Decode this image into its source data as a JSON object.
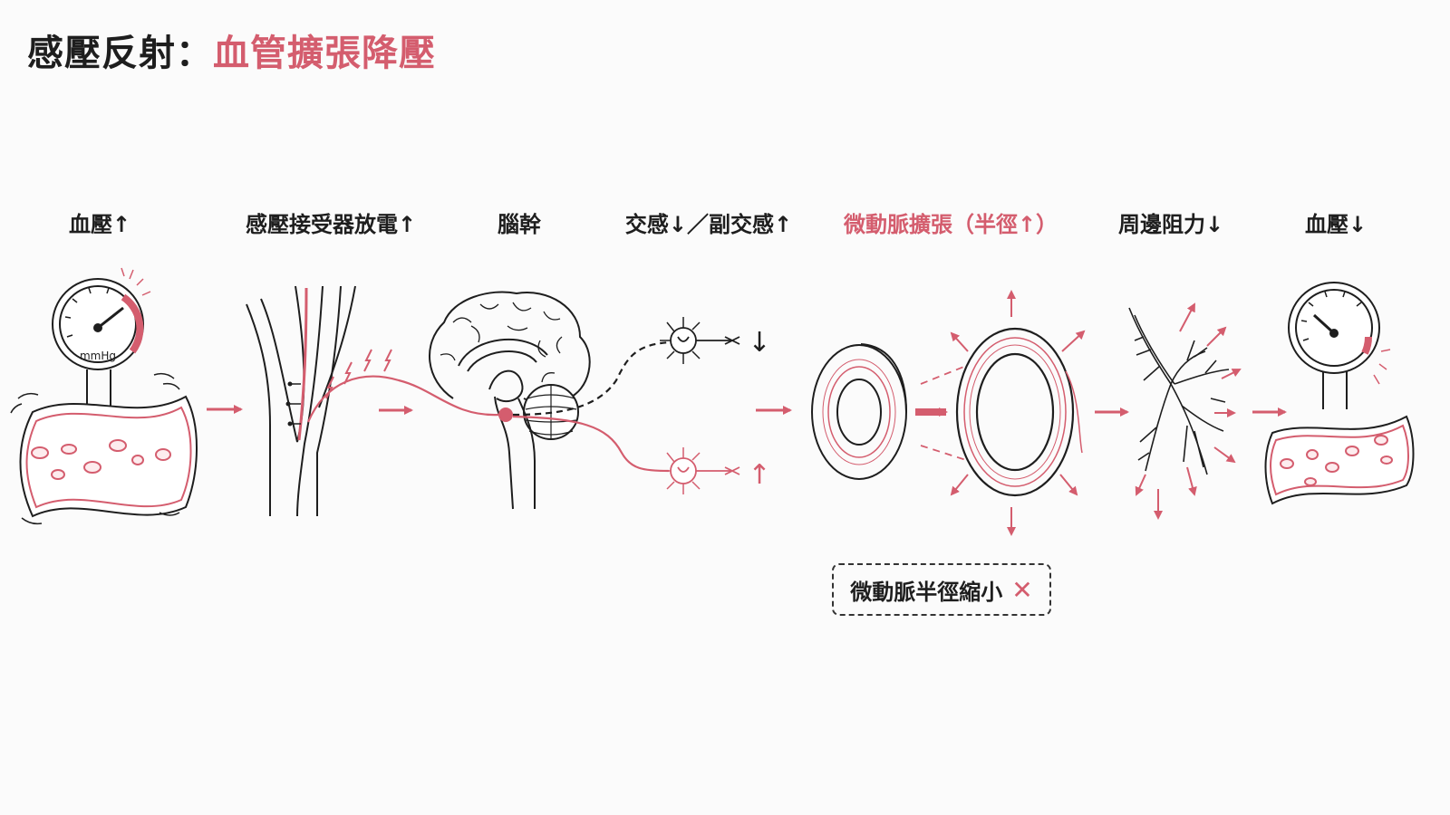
{
  "title": {
    "main": "感壓反射：",
    "accent": "血管擴張降壓"
  },
  "steps": [
    {
      "label": "血壓↑"
    },
    {
      "label": "感壓接受器放電↑"
    },
    {
      "label": "腦幹"
    },
    {
      "label": "交感↓／副交感↑"
    },
    {
      "label": "微動脈擴張（半徑↑）"
    },
    {
      "label": "周邊阻力↓"
    },
    {
      "label": "血壓↓"
    }
  ],
  "gauge_unit": "mmHg",
  "neuron_arrows": {
    "sympathetic": "↓",
    "parasympathetic": "↑"
  },
  "note": {
    "text": "微動脈半徑縮小",
    "mark": "✕"
  },
  "colors": {
    "accent": "#d45d6e",
    "ink": "#1e1e1e",
    "background": "#fbfbfb"
  }
}
